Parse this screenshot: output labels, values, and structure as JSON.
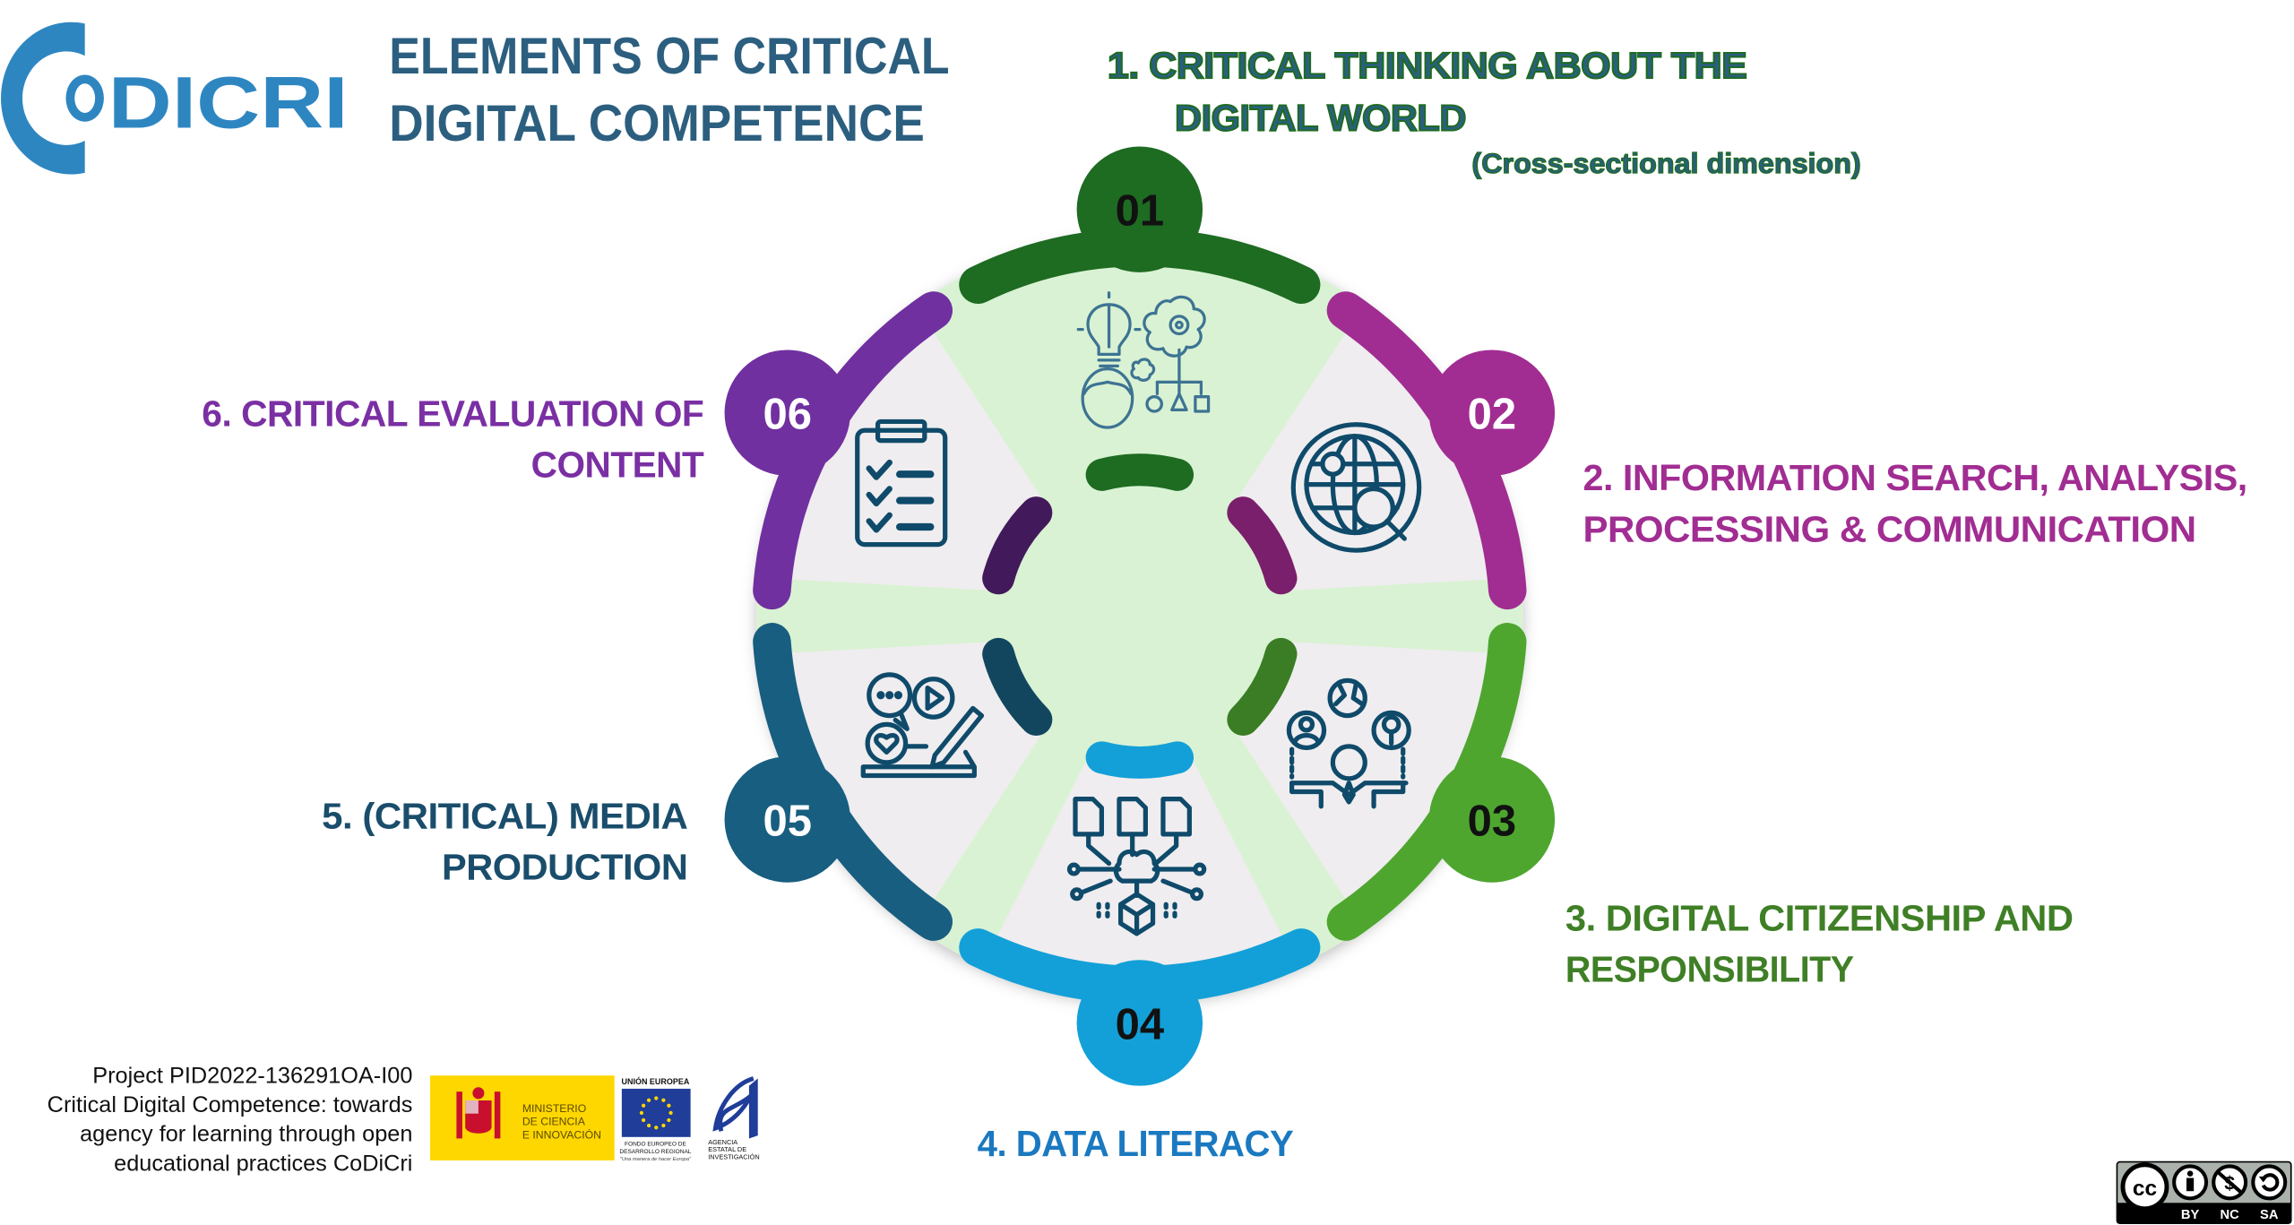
{
  "logo": {
    "text": "DICRI",
    "brand_color": "#2e86c1"
  },
  "title": {
    "line1": "ELEMENTS OF CRITICAL",
    "line2": "DIGITAL COMPETENCE",
    "color": "#2c5f7f"
  },
  "elements": [
    {
      "number": "01",
      "label_lines": [
        "1.   CRITICAL THINKING ABOUT THE",
        "DIGITAL WORLD"
      ],
      "note": "(Cross-sectional dimension)",
      "color": "#1e6b22",
      "label_color": "#2a5f7e",
      "icon": "critical-thinking-icon",
      "number_color": "#111111"
    },
    {
      "number": "02",
      "label_lines": [
        "2. INFORMATION SEARCH, ANALYSIS,",
        "PROCESSING & COMMUNICATION"
      ],
      "color": "#a12d92",
      "label_color": "#a12d92",
      "icon": "globe-search-icon",
      "number_color": "#ffffff"
    },
    {
      "number": "03",
      "label_lines": [
        "3. DIGITAL CITIZENSHIP AND",
        "RESPONSIBILITY"
      ],
      "color": "#4ea62f",
      "label_color": "#3f7f26",
      "icon": "citizenship-icon",
      "number_color": "#111111"
    },
    {
      "number": "04",
      "label_lines": [
        "4. DATA LITERACY"
      ],
      "color": "#13a0d8",
      "label_color": "#1a79c0",
      "icon": "data-brain-icon",
      "number_color": "#111111"
    },
    {
      "number": "05",
      "label_lines": [
        "5. (CRITICAL) MEDIA",
        "PRODUCTION"
      ],
      "color": "#185e80",
      "label_color": "#1a4d6b",
      "icon": "media-production-icon",
      "number_color": "#ffffff"
    },
    {
      "number": "06",
      "label_lines": [
        "6. CRITICAL EVALUATION OF",
        "CONTENT"
      ],
      "color": "#7030a0",
      "label_color": "#7a2fa3",
      "icon": "checklist-clipboard-icon",
      "number_color": "#ffffff"
    }
  ],
  "wheel": {
    "center_color": "#d9f2d3",
    "segment_color": "#efedef"
  },
  "footer": {
    "project_lines": [
      "Project PID2022-136291OA-I00",
      "Critical Digital Competence: towards",
      "agency for learning through open",
      "educational practices CoDiCri"
    ],
    "ministry": {
      "lines": [
        "MINISTERIO",
        "DE CIENCIA",
        "E INNOVACIÓN"
      ],
      "bg": "#ffd700"
    },
    "eu": {
      "heading": "UNIÓN EUROPEA",
      "lines": [
        "FONDO EUROPEO DE",
        "DESARROLLO REGIONAL"
      ],
      "motto": "\"Una manera de hacer Europa\""
    },
    "agency": {
      "lines": [
        "AGENCIA",
        "ESTATAL DE",
        "INVESTIGACIÓN"
      ]
    }
  },
  "license": {
    "badge": "cc",
    "parts": [
      "BY",
      "NC",
      "SA"
    ]
  }
}
